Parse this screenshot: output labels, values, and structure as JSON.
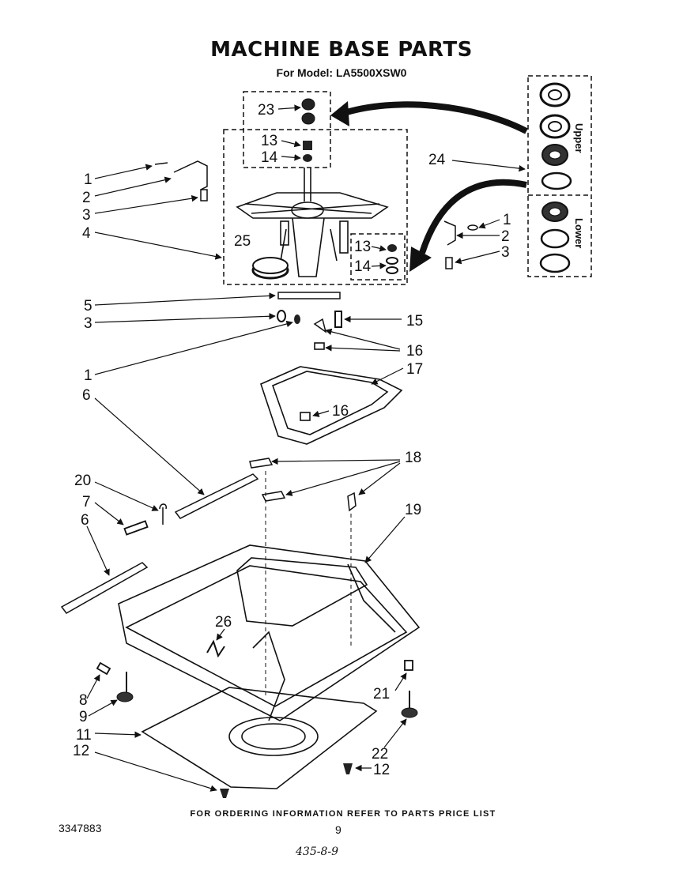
{
  "header": {
    "title": "MACHINE BASE PARTS",
    "subtitle": "For Model: LA5500XSW0"
  },
  "inset": {
    "upper_label": "Upper",
    "lower_label": "Lower"
  },
  "callouts": {
    "c23": "23",
    "c13a": "13",
    "c14a": "14",
    "c24": "24",
    "c1a": "1",
    "c2a": "2",
    "c3a": "3",
    "c4": "4",
    "c25": "25",
    "c13b": "13",
    "c14b": "14",
    "c1b": "1",
    "c2b": "2",
    "c3b": "3",
    "c5": "5",
    "c3c": "3",
    "c15": "15",
    "c16a": "16",
    "c17": "17",
    "c1c": "1",
    "c6a": "6",
    "c16b": "16",
    "c20": "20",
    "c18": "18",
    "c7": "7",
    "c6b": "6",
    "c19": "19",
    "c26": "26",
    "c8": "8",
    "c21": "21",
    "c9": "9",
    "c11": "11",
    "c12a": "12",
    "c22": "22",
    "c12b": "12"
  },
  "footer": {
    "note": "FOR ORDERING INFORMATION REFER TO PARTS PRICE LIST",
    "doc_number": "3347883",
    "page_number": "9",
    "handwritten": "435-8-9"
  }
}
